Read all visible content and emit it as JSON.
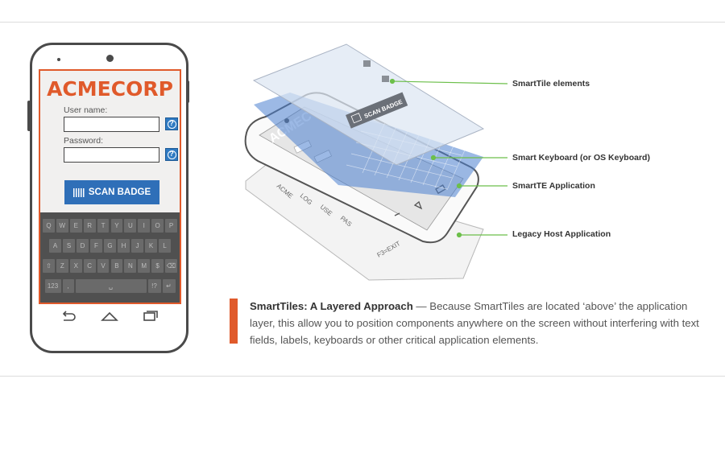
{
  "phone": {
    "brand": "ACMECORP",
    "username_label": "User name:",
    "password_label": "Password:",
    "help_glyph": "?",
    "scan_button": "SCAN BADGE",
    "keyboard": {
      "row1": [
        "Q",
        "W",
        "E",
        "R",
        "T",
        "Y",
        "U",
        "I",
        "O",
        "P"
      ],
      "row2": [
        "A",
        "S",
        "D",
        "F",
        "G",
        "H",
        "J",
        "K",
        "L"
      ],
      "row3": [
        "⇧",
        "Z",
        "X",
        "C",
        "V",
        "B",
        "N",
        "M",
        "$",
        "⌫"
      ],
      "row4": [
        "123",
        ",",
        "␣",
        "!?",
        "↵"
      ]
    },
    "nav_icons": [
      "back-icon",
      "home-icon",
      "recents-icon"
    ]
  },
  "diagram": {
    "callouts": [
      "SmartTile elements",
      "Smart Keyboard (or OS Keyboard)",
      "SmartTE Application",
      "Legacy Host Application"
    ],
    "tile_label": "SCAN BADGE",
    "layer_words": [
      "ACME",
      "ACMEC",
      "LOG",
      "USE",
      "PAS",
      "F3=EXIT"
    ],
    "colors": {
      "accent": "#e05a2b",
      "callout_line": "#6cbf4a",
      "keyboard_layer": "#4a7fd0"
    }
  },
  "caption": {
    "title": "SmartTiles: A Layered Approach",
    "body": " — Because SmartTiles are located ‘above’ the application layer, this allow you to position components anywhere on the screen without interfering with text fields, labels, keyboards or other critical application elements."
  }
}
